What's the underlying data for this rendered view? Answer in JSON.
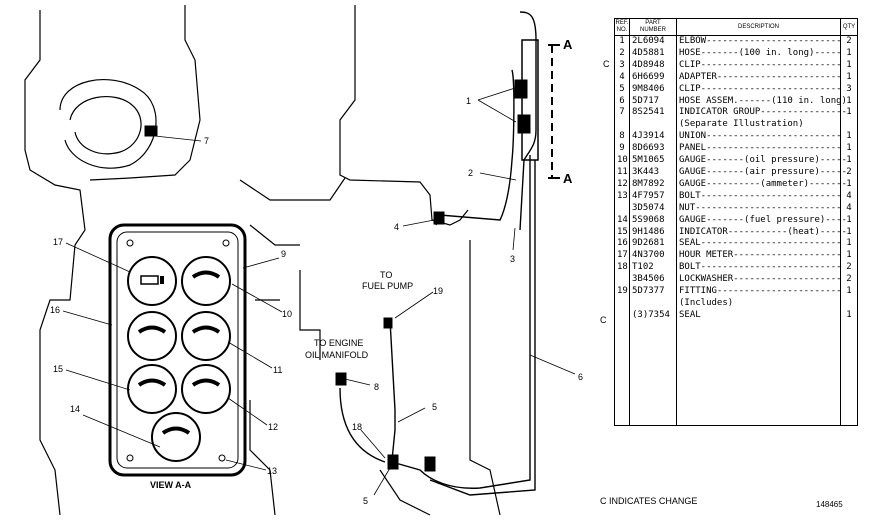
{
  "diagram": {
    "view_label": "VIEW A-A",
    "section_marks": [
      "A",
      "A"
    ],
    "fuel_pump_label": [
      "TO",
      "FUEL PUMP"
    ],
    "oil_manifold_label": [
      "TO ENGINE",
      "OIL MANIFOLD"
    ],
    "callouts": {
      "c1": "1",
      "c2": "2",
      "c3": "3",
      "c4": "4",
      "c5a": "5",
      "c5b": "5",
      "c6": "6",
      "c7": "7",
      "c8": "8",
      "c9": "9",
      "c10": "10",
      "c11": "11",
      "c12": "12",
      "c13": "13",
      "c14": "14",
      "c15": "15",
      "c16": "16",
      "c17": "17",
      "c18": "18",
      "c19": "19"
    }
  },
  "parts_table": {
    "headers": {
      "ref": [
        "REF.",
        "NO."
      ],
      "part": [
        "PART",
        "NUMBER"
      ],
      "desc": "DESCRIPTION",
      "qty": "QTY"
    },
    "rows": [
      {
        "ref": "1",
        "part": "2L6094",
        "desc": "ELBOW-------------------------",
        "qty": "2"
      },
      {
        "ref": "2",
        "part": "4D5881",
        "desc": "HOSE-------(100 in. long)-----",
        "qty": "1"
      },
      {
        "ref": "3",
        "part": "4D8948",
        "desc": "CLIP--------------------------",
        "qty": "1"
      },
      {
        "ref": "4",
        "part": "6H6699",
        "desc": "ADAPTER-----------------------",
        "qty": "1"
      },
      {
        "ref": "5",
        "part": "9M8406",
        "desc": "CLIP--------------------------",
        "qty": "3"
      },
      {
        "ref": "6",
        "part": "5D717",
        "desc": "HOSE ASSEM.------(110 in. long)",
        "qty": "1"
      },
      {
        "ref": "7",
        "part": "8S2541",
        "desc": "INDICATOR GROUP----------------",
        "qty": "1"
      },
      {
        "ref": "",
        "part": "",
        "desc": "   (Separate Illustration)",
        "qty": ""
      },
      {
        "ref": "8",
        "part": "4J3914",
        "desc": "UNION-------------------------",
        "qty": "1"
      },
      {
        "ref": "9",
        "part": "8D6693",
        "desc": "PANEL-------------------------",
        "qty": "1"
      },
      {
        "ref": "10",
        "part": "5M1065",
        "desc": "GAUGE-------(oil pressure)-----",
        "qty": "1"
      },
      {
        "ref": "11",
        "part": "3K443",
        "desc": "GAUGE-------(air pressure)-----",
        "qty": "2"
      },
      {
        "ref": "12",
        "part": "8M7892",
        "desc": "GAUGE----------(ammeter)-------",
        "qty": "1"
      },
      {
        "ref": "13",
        "part": "4F7957",
        "desc": "BOLT--------------------------",
        "qty": "4"
      },
      {
        "ref": "",
        "part": "3D5074",
        "desc": "NUT---------------------------",
        "qty": "4"
      },
      {
        "ref": "14",
        "part": "5S9068",
        "desc": "GAUGE-------(fuel pressure)----",
        "qty": "1"
      },
      {
        "ref": "15",
        "part": "9H1486",
        "desc": "INDICATOR-----------(heat)-----",
        "qty": "1"
      },
      {
        "ref": "16",
        "part": "9D2681",
        "desc": "SEAL--------------------------",
        "qty": "1"
      },
      {
        "ref": "17",
        "part": "4N3700",
        "desc": "HOUR METER--------------------",
        "qty": "1"
      },
      {
        "ref": "18",
        "part": "T102",
        "desc": "BOLT--------------------------",
        "qty": "2"
      },
      {
        "ref": "",
        "part": "3B4506",
        "desc": "LOCKWASHER--------------------",
        "qty": "2"
      },
      {
        "ref": "19",
        "part": "5D7377",
        "desc": "FITTING-----------------------",
        "qty": "1"
      },
      {
        "ref": "",
        "part": "",
        "desc": "   (Includes)",
        "qty": ""
      },
      {
        "ref": "",
        "part": "(3)7354",
        "desc": "   SEAL",
        "qty": "1"
      }
    ],
    "change_marks": {
      "row2": "C",
      "row19": "C"
    },
    "footer": "C INDICATES CHANGE",
    "doc_number": "148465"
  }
}
